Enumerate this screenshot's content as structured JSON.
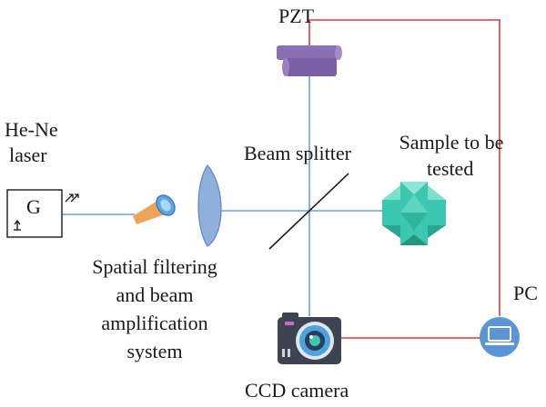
{
  "labels": {
    "pzt": "PZT",
    "laser_line1": "He-Ne",
    "laser_line2": "laser",
    "laser_glyph": "G",
    "beam_splitter": "Beam splitter",
    "sample_line1": "Sample to be",
    "sample_line2": "tested",
    "spatial_line1": "Spatial filtering",
    "spatial_line2": "and beam",
    "spatial_line3": "amplification",
    "spatial_line4": "system",
    "pc": "PC",
    "ccd": "CCD camera"
  },
  "colors": {
    "beam": "#6f9fd8",
    "signal_wire": "#d93a3a",
    "pzt": "#8a6fb5",
    "lens": "#8fb0dd",
    "sample": "#3cc7b0",
    "camera": "#3d4350",
    "pc": "#5b95d6"
  },
  "icons": [
    "laser-icon",
    "light-emission-icon",
    "beam-expander-icon",
    "lens-icon",
    "beam-splitter-icon",
    "pzt-icon",
    "sample-cube-icon",
    "ccd-camera-icon",
    "pc-laptop-icon"
  ]
}
